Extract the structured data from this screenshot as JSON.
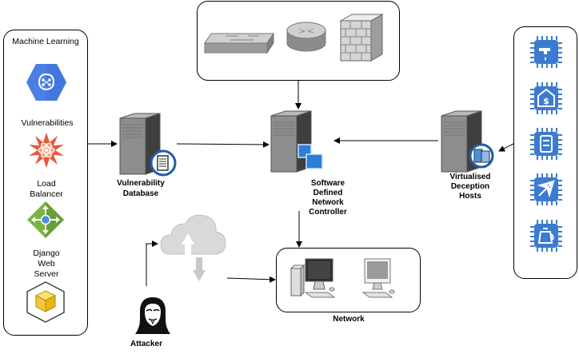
{
  "left_panel": {
    "ml_label": "Machine Learning",
    "vuln_label": "Vulnerabilities",
    "lb_label_1": "Load",
    "lb_label_2": "Balancer",
    "django_label_1": "Django",
    "django_label_2": "Web",
    "django_label_3": "Server"
  },
  "vuln_db": {
    "line1": "Vulnerability",
    "line2": "Database"
  },
  "sdn": {
    "line1": "Software",
    "line2": "Defined",
    "line3": "Network",
    "line4": "Controller"
  },
  "deception": {
    "line1": "Virtualised",
    "line2": "Deception",
    "line3": "Hosts"
  },
  "network_label": "Network",
  "attacker_label": "Attacker",
  "colors": {
    "chip_blue": "#3c7bd0",
    "ml_blue": "#4a7fe6",
    "lb_green": "#7cb342",
    "threat_red": "#e65a3c"
  }
}
